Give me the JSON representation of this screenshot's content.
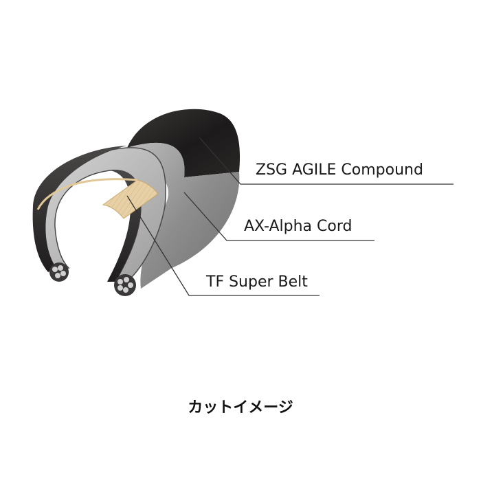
{
  "diagram": {
    "layers": [
      {
        "id": "tread",
        "label": "ZSG AGILE Compound"
      },
      {
        "id": "casing",
        "label": "AX-Alpha Cord"
      },
      {
        "id": "belt",
        "label": "TF Super Belt"
      }
    ],
    "caption": "カットイメージ"
  },
  "colors": {
    "tread_dark": "#1c1a1a",
    "casing_gray": "#8a8a8a",
    "inner_gray": "#b9b9b9",
    "belt_tan": "#e6cfa3",
    "leader_line": "#333333"
  }
}
